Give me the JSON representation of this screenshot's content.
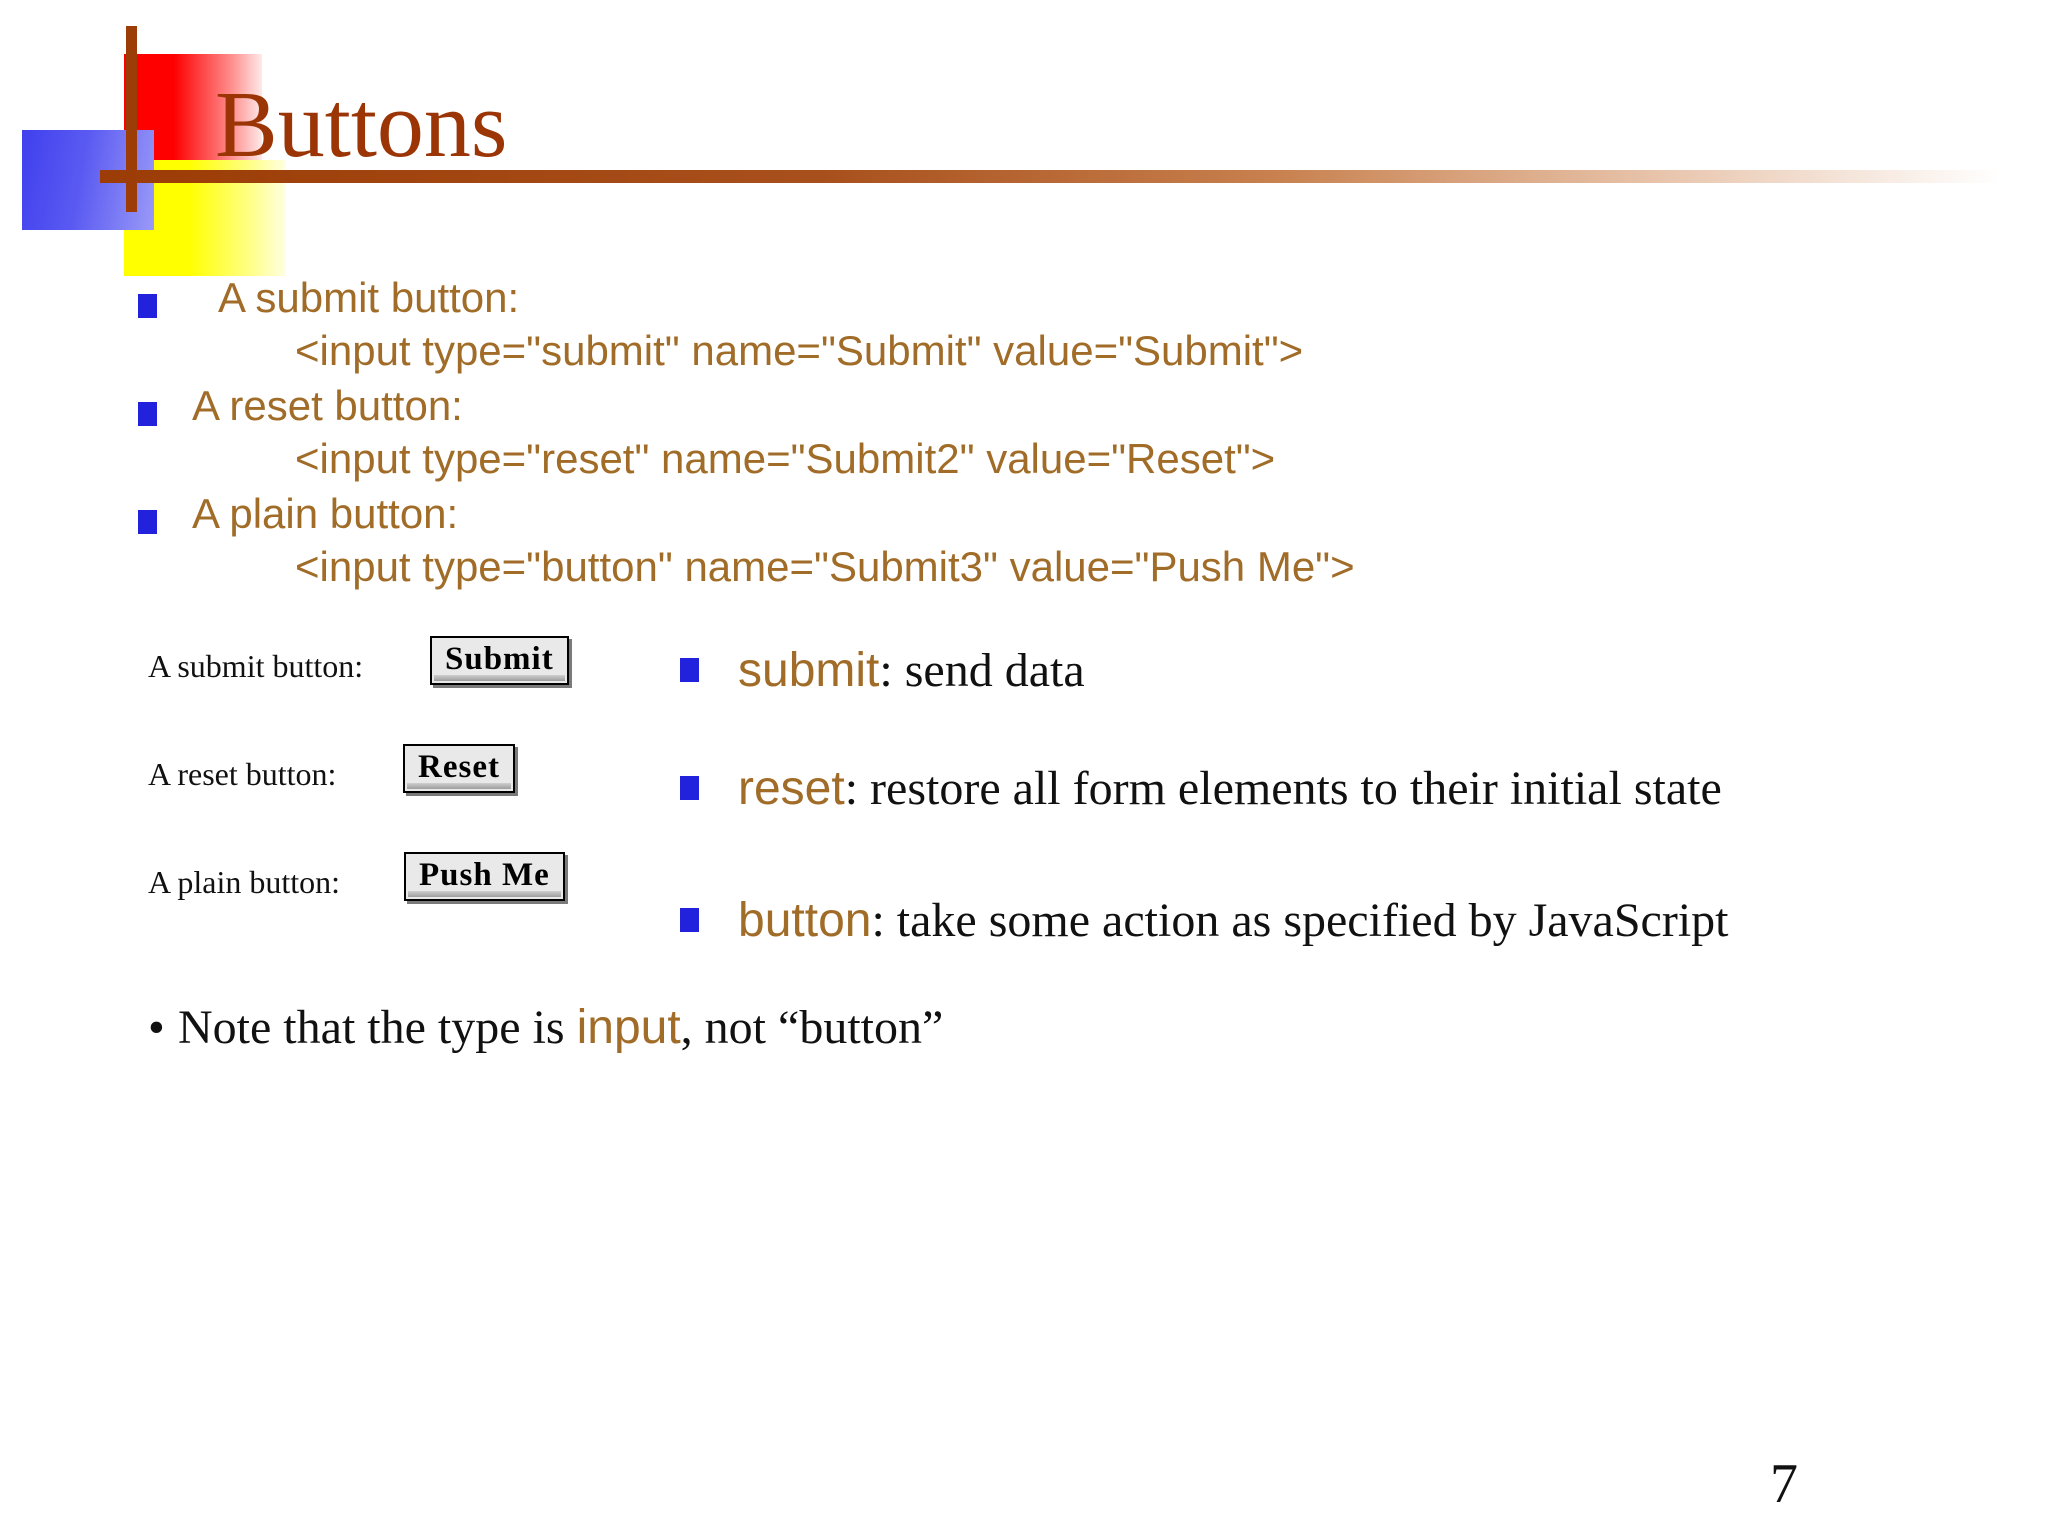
{
  "slide": {
    "title": "Buttons",
    "page_number": "7",
    "accent_color": "#9c3506",
    "body_text_color": "#a06c28",
    "bullet_color": "#2222dd",
    "serif_text_color": "#111111"
  },
  "code_bullets": [
    {
      "bullet": "square-bullet",
      "label": "A submit button:",
      "code": "<input type=\"submit\" name=\"Submit\" value=\"Submit\">"
    },
    {
      "bullet": "square-bullet",
      "label": "A reset button:",
      "code": "<input type=\"reset\" name=\"Submit2\" value=\"Reset\">"
    },
    {
      "bullet": "square-bullet",
      "label": "A plain button:",
      "code": "<input type=\"button\" name=\"Submit3\" value=\"Push Me\">"
    }
  ],
  "browser_shots": [
    {
      "label": "A submit button:",
      "button_value": "Submit"
    },
    {
      "label": "A reset button:",
      "button_value": "Reset"
    },
    {
      "label": "A plain button:",
      "button_value": "Push Me"
    }
  ],
  "descriptions": [
    {
      "keyword": "submit",
      "text": ": send data"
    },
    {
      "keyword": "reset",
      "text": ": restore all form elements to their initial state"
    },
    {
      "keyword": "button",
      "text": ": take some action as specified by JavaScript"
    }
  ],
  "note": {
    "prefix": "Note that the type is ",
    "keyword": "input",
    "suffix": ", not “button”",
    "bullet": "•"
  }
}
